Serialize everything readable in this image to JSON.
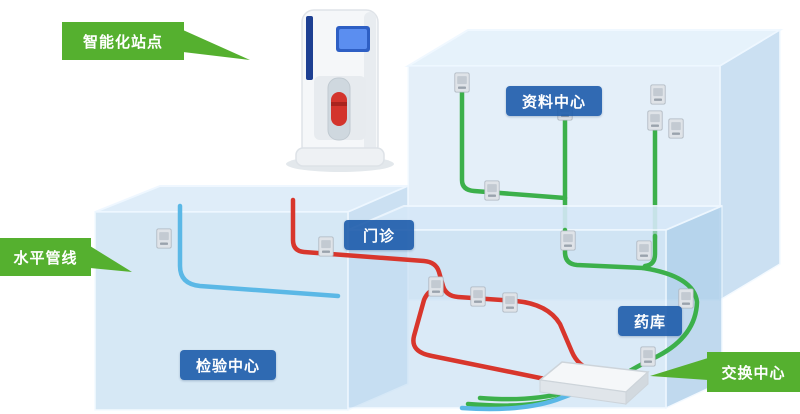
{
  "callouts": {
    "station": "智能化站点",
    "horizontal_pipe": "水平管线",
    "exchange": "交换中心"
  },
  "rooms": {
    "data_center": "资料中心",
    "outpatient": "门诊",
    "pharmacy": "药库",
    "lab": "检验中心"
  },
  "colors": {
    "callout_green": "#55b02f",
    "room_badge_blue": "#1858a8",
    "pipe_red": "#d8362c",
    "pipe_green": "#3cb04b",
    "pipe_blue": "#5bb8e6",
    "building_glass_blue": "#cfe3f5"
  }
}
